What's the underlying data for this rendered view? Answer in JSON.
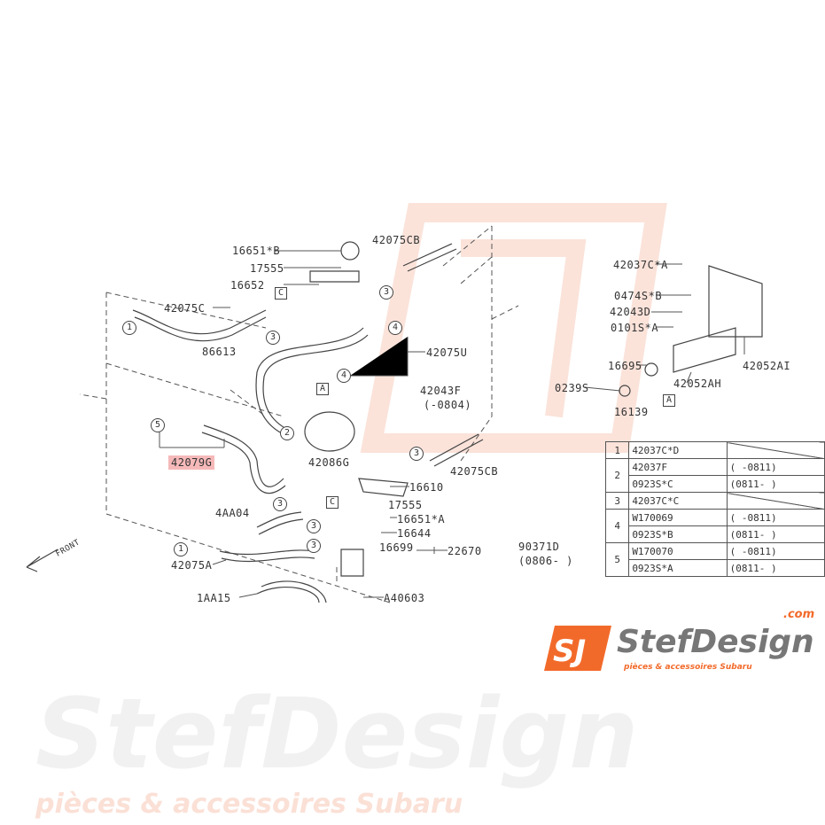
{
  "watermark": {
    "brand": "StefDesign",
    "tagline": "pièces & accessoires Subaru"
  },
  "labels": [
    "16651*B",
    "17555",
    "16652",
    "42075CB",
    "42075C",
    "86613",
    "42075U",
    "42043F",
    "(-0804)",
    "42086G",
    "42075CB",
    "42079G",
    "16610",
    "17555",
    "4AA04",
    "16651*A",
    "16644",
    "16699",
    "22670",
    "90371D",
    "(0806-  )",
    "42075A",
    "1AA15",
    "A40603",
    "42037C*A",
    "0474S*B",
    "42043D",
    "0101S*A",
    "16695",
    "42052AI",
    "42052AH",
    "0239S",
    "16139"
  ],
  "callouts": {
    "c1": "1",
    "c2": "2",
    "c3": "3",
    "c4": "4",
    "c5": "5",
    "bA": "A",
    "bC": "C"
  },
  "front": "FRONT",
  "table": {
    "rows": [
      {
        "n": "1",
        "code": "42037C*D",
        "range": ""
      },
      {
        "n": "2",
        "code": "42037F",
        "range": "(   -0811)"
      },
      {
        "n": "",
        "code": "0923S*C",
        "range": "(0811-   )"
      },
      {
        "n": "3",
        "code": "42037C*C",
        "range": ""
      },
      {
        "n": "4",
        "code": "W170069",
        "range": "(   -0811)"
      },
      {
        "n": "",
        "code": "0923S*B",
        "range": "(0811-   )"
      },
      {
        "n": "5",
        "code": "W170070",
        "range": "(   -0811)"
      },
      {
        "n": "",
        "code": "0923S*A",
        "range": "(0811-   )"
      }
    ]
  },
  "logo": {
    "mark": "SJ",
    "brand": "StefDesign",
    ".com": ".com",
    "tagline": "pièces & accessoires Subaru"
  },
  "colors": {
    "accent": "#f26a2a",
    "highlight": "#f6b9b9",
    "watermark": "#fbe0d6"
  }
}
